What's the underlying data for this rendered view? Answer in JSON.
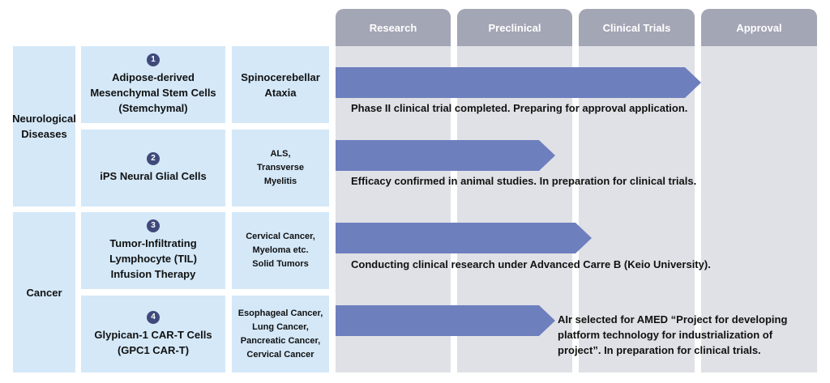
{
  "stages": [
    "Research",
    "Preclinical",
    "Clinical Trials",
    "Approval"
  ],
  "categories": [
    {
      "label_lines": [
        "Neurological",
        "Diseases"
      ]
    },
    {
      "label_lines": [
        "Cancer"
      ]
    }
  ],
  "rows": [
    {
      "number": "1",
      "therapy_lines": [
        "Adipose-derived",
        "Mesenchymal Stem Cells",
        "(Stemchymal)"
      ],
      "disease_lines": [
        "Spinocerebellar",
        "Ataxia"
      ],
      "progress_stages": 3.0,
      "status": "Phase II clinical trial completed. Preparing for approval application."
    },
    {
      "number": "2",
      "therapy_lines": [
        "iPS Neural Glial Cells"
      ],
      "disease_lines": [
        "ALS,",
        "Transverse",
        "Myelitis"
      ],
      "progress_stages": 1.8,
      "status": "Efficacy confirmed in animal studies. In preparation for clinical trials."
    },
    {
      "number": "3",
      "therapy_lines": [
        "Tumor-Infiltrating",
        "Lymphocyte (TIL)",
        "Infusion Therapy"
      ],
      "disease_lines": [
        "Cervical Cancer,",
        "Myeloma etc.",
        "Solid Tumors"
      ],
      "progress_stages": 2.1,
      "status": "Conducting clinical research under Advanced Carre B (Keio University)."
    },
    {
      "number": "4",
      "therapy_lines": [
        "Glypican-1 CAR-T Cells",
        "(GPC1 CAR-T)"
      ],
      "disease_lines": [
        "Esophageal Cancer,",
        "Lung Cancer,",
        "Pancreatic Cancer,",
        "Cervical Cancer"
      ],
      "progress_stages": 1.8,
      "status_lines": [
        "AIr selected for AMED “Project for developing",
        "platform technology for industrialization of",
        "project”. In preparation for clinical trials."
      ]
    }
  ]
}
